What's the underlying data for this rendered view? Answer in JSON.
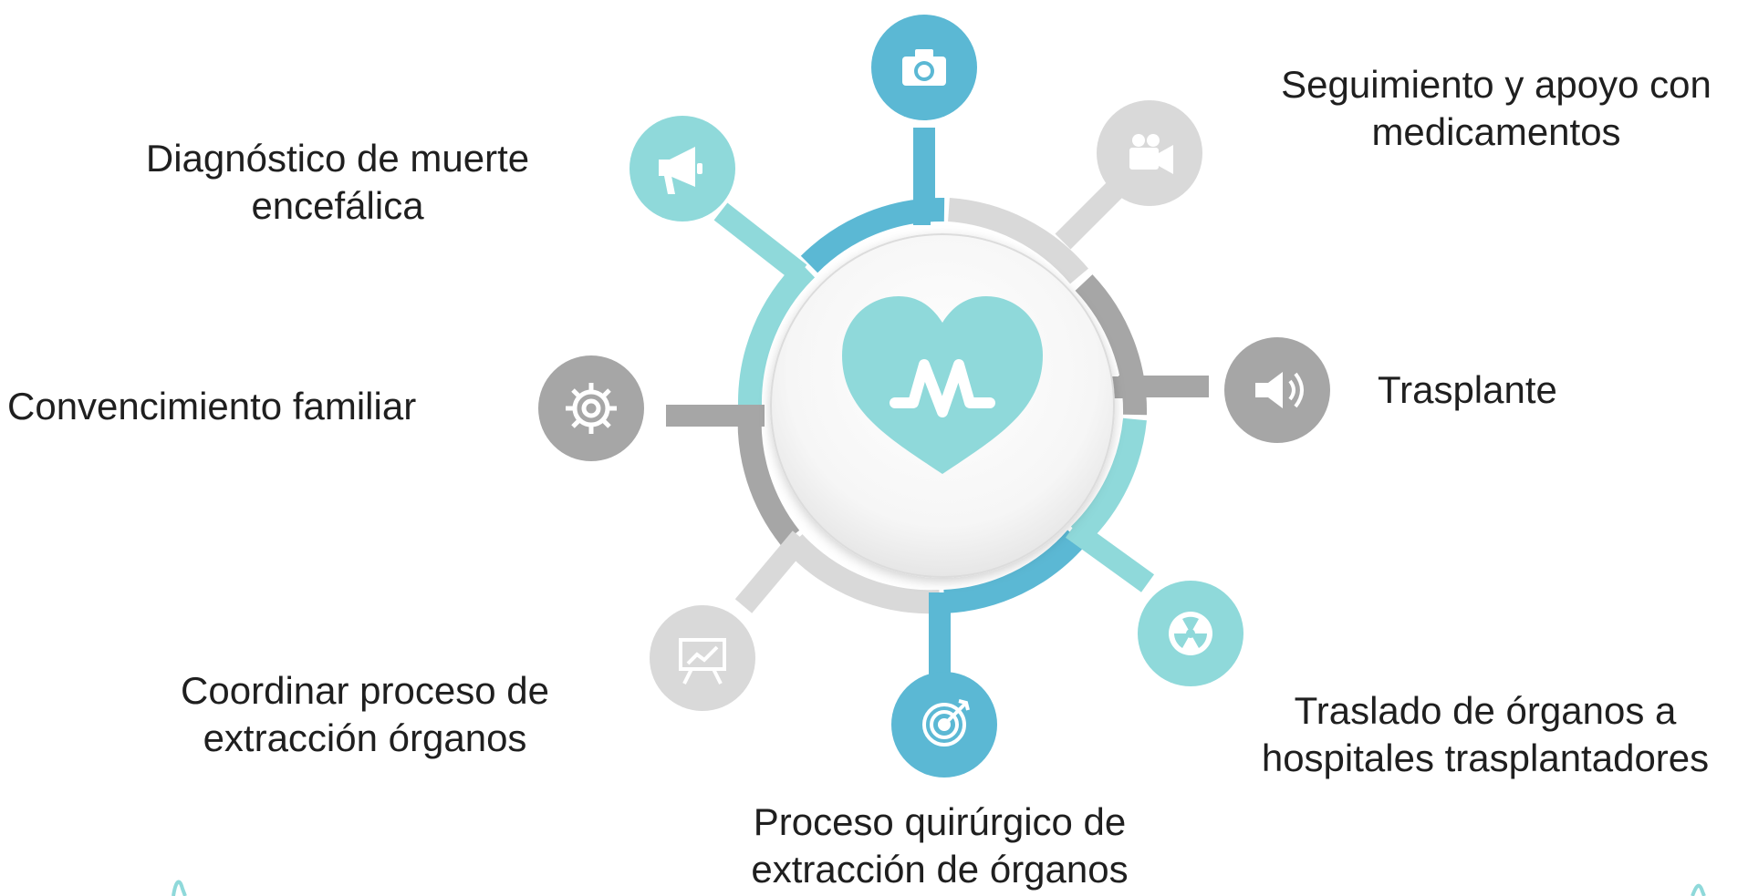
{
  "center": {
    "icon": "heart-pulse-icon",
    "colors": {
      "heart": "#8fd9da",
      "disk_edge": "#d9d9d9"
    }
  },
  "steps": [
    {
      "id": "diagnostico",
      "label": "Diagnóstico de muerte\nencefálica",
      "icon": "megaphone-icon",
      "color": "#8fd9da"
    },
    {
      "id": "camara",
      "label": "",
      "icon": "camera-icon",
      "color": "#5bb8d4"
    },
    {
      "id": "seguimiento",
      "label": "Seguimiento y apoyo con\nmedicamentos",
      "icon": "video-camera-icon",
      "color": "#d9d9d9"
    },
    {
      "id": "trasplante",
      "label": "Trasplante",
      "icon": "speaker-icon",
      "color": "#a6a6a6"
    },
    {
      "id": "traslado",
      "label": "Traslado de órganos a\nhospitales trasplantadores",
      "icon": "radiation-icon",
      "color": "#8fd9da"
    },
    {
      "id": "quirurgico",
      "label": "Proceso quirúrgico de\nextracción de órganos",
      "icon": "target-icon",
      "color": "#5bb8d4"
    },
    {
      "id": "coordinar",
      "label": "Coordinar proceso de\nextracción órganos",
      "icon": "presentation-board-icon",
      "color": "#d9d9d9"
    },
    {
      "id": "convencimiento",
      "label": "Convencimiento familiar",
      "icon": "gear-icon",
      "color": "#a6a6a6"
    }
  ]
}
